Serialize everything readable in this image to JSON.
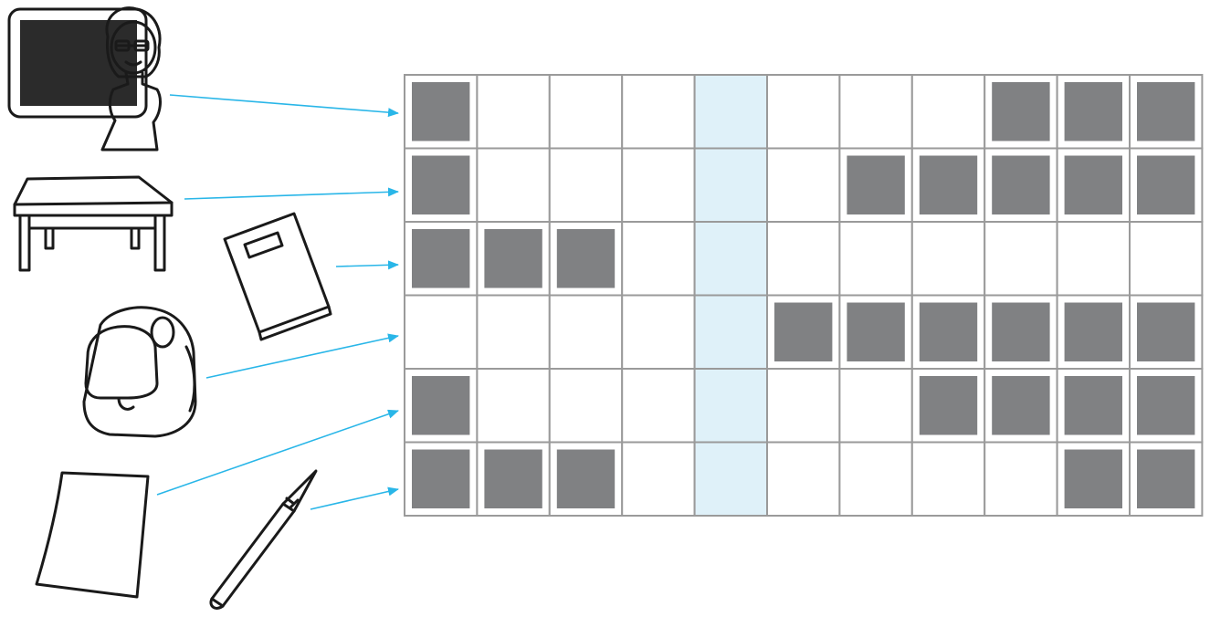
{
  "colors": {
    "filled": "#808183",
    "empty": "#ffffff",
    "highlight_column": "#dff1f9",
    "grid_line": "#9a9a9a",
    "arrow": "#29b6e8"
  },
  "highlight_column_index": 4,
  "grid": [
    [
      1,
      0,
      0,
      0,
      0,
      0,
      0,
      0,
      1,
      1,
      1
    ],
    [
      1,
      0,
      0,
      0,
      0,
      0,
      1,
      1,
      1,
      1,
      1
    ],
    [
      1,
      1,
      1,
      0,
      0,
      0,
      0,
      0,
      0,
      0,
      0
    ],
    [
      0,
      0,
      0,
      0,
      0,
      1,
      1,
      1,
      1,
      1,
      1
    ],
    [
      1,
      0,
      0,
      0,
      0,
      0,
      0,
      1,
      1,
      1,
      1
    ],
    [
      1,
      1,
      1,
      0,
      0,
      0,
      0,
      0,
      0,
      1,
      1
    ]
  ],
  "pictures": [
    {
      "name": "teacher-at-blackboard",
      "row": 0
    },
    {
      "name": "desk",
      "row": 1
    },
    {
      "name": "book",
      "row": 2
    },
    {
      "name": "backpack",
      "row": 3
    },
    {
      "name": "paper-sheet",
      "row": 4
    },
    {
      "name": "pencil",
      "row": 5
    }
  ]
}
